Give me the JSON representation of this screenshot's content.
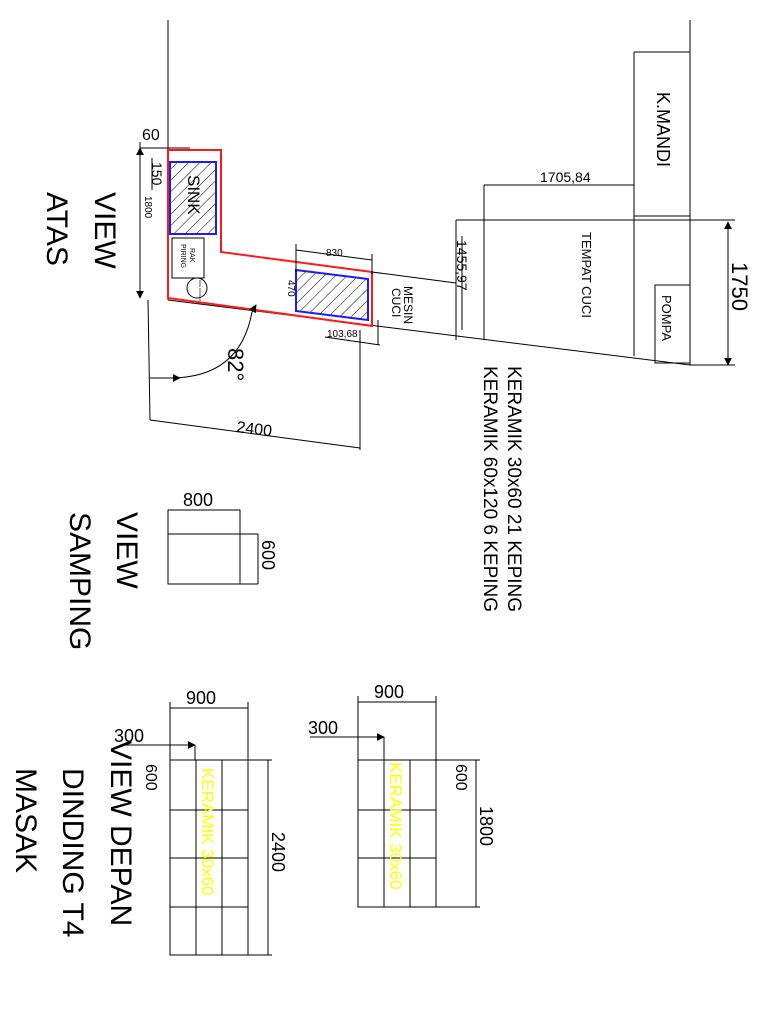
{
  "view_atas": {
    "title_line1": "VIEW",
    "title_line2": "ATAS",
    "dim_60": "60",
    "dim_150": "150",
    "dim_1800": "1800",
    "sink": "SINK",
    "rak_line1": "RAK",
    "rak_line2": "PIRING",
    "rice_cooker": "RICE COOKER",
    "dim_830": "830",
    "dim_470": "470",
    "dim_103": "103,68",
    "mesin_line1": "MESIN",
    "mesin_line2": "CUCI",
    "angle": "82°",
    "dim_2400": "2400",
    "dim_1455": "1455,97",
    "dim_1705": "1705,84",
    "kmandi": "K.MANDI",
    "tempat_cuci": "TEMPAT CUCI",
    "pompa": "POMPA",
    "dim_1750": "1750"
  },
  "notes": {
    "line1": "KERAMIK 30x60  21 KEPING",
    "line2": "KERAMIK 60x120 6 KEPING"
  },
  "view_samping": {
    "title_line1": "VIEW",
    "title_line2": "SAMPING",
    "dim_800": "800",
    "dim_600": "600"
  },
  "view_depan": {
    "title_line1": "VIEW DEPAN",
    "title_line2": "DINDING T4",
    "title_line3": "MASAK",
    "left": {
      "dim_900": "900",
      "dim_300": "300",
      "dim_600": "600",
      "dim_2400": "2400",
      "tile_label": "KERAMIK 30x60"
    },
    "right": {
      "dim_900": "900",
      "dim_300": "300",
      "dim_600": "600",
      "dim_1800": "1800",
      "tile_label": "KERAMIK 30x60"
    }
  },
  "colors": {
    "background": "#ffffff",
    "lines": "#000000",
    "counter_outline": "#ff1a1a",
    "fixture_outline": "#1a1aff",
    "tile_label": "#ffff00"
  }
}
